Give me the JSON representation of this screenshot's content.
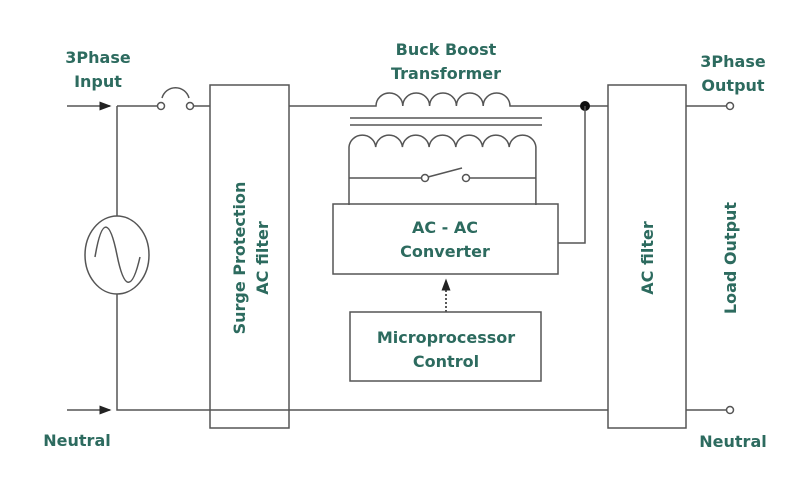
{
  "labels": {
    "input_line1": "3Phase",
    "input_line2": "Input",
    "neutral_in": "Neutral",
    "transformer_line1": "Buck Boost",
    "transformer_line2": "Transformer",
    "output_line1": "3Phase",
    "output_line2": "Output",
    "neutral_out": "Neutral",
    "surge_line1": "Surge Protection",
    "surge_line2": "AC filter",
    "ac_filter": "AC filter",
    "load_output": "Load Output",
    "converter_line1": "AC - AC",
    "converter_line2": "Converter",
    "micro_line1": "Microprocessor",
    "micro_line2": "Control"
  },
  "colors": {
    "text": "#2d6b5f",
    "wire": "#555555"
  }
}
